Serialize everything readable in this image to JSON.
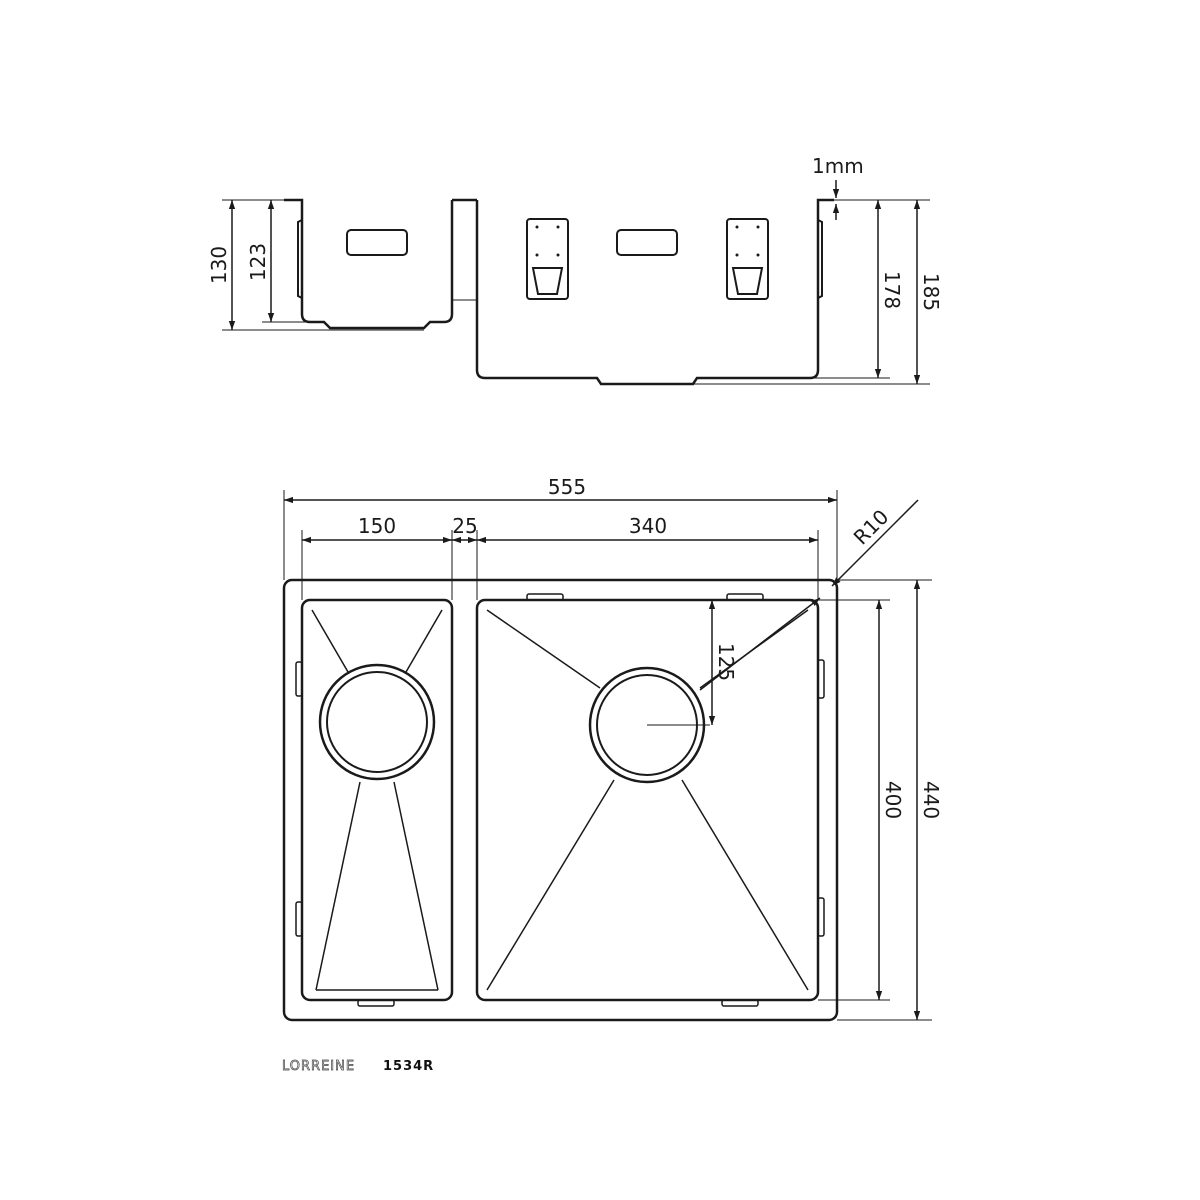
{
  "colors": {
    "line": "#1a1a1a",
    "background": "#ffffff"
  },
  "side_view": {
    "dims": {
      "left_outer_height": "130",
      "left_inner_height": "123",
      "thickness": "1mm",
      "right_inner_height": "178",
      "right_outer_height": "185"
    }
  },
  "plan_view": {
    "dims": {
      "overall_width": "555",
      "small_bowl_width": "150",
      "divider_width": "25",
      "large_bowl_width": "340",
      "corner_radius": "R10",
      "drain_offset": "125",
      "bowl_depth": "400",
      "overall_depth": "440"
    }
  },
  "brand": {
    "name": "LORREINE",
    "model": "1534R"
  }
}
